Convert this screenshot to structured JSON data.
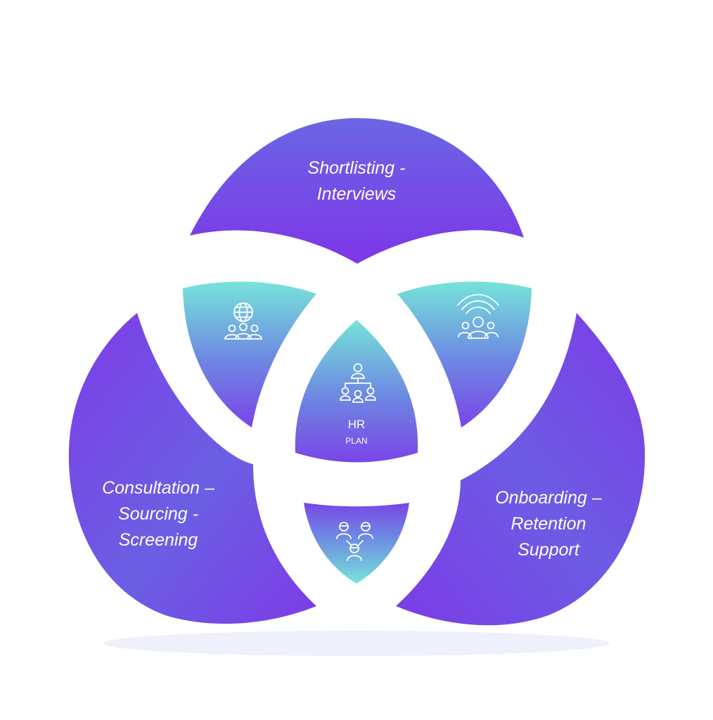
{
  "sections": {
    "top": {
      "lines": [
        "Shortlisting -",
        "Interviews"
      ]
    },
    "left": {
      "lines": [
        "Consultation –",
        "Sourcing -",
        "Screening"
      ]
    },
    "right": {
      "lines": [
        "Onboarding –",
        "Retention",
        "Support"
      ]
    }
  },
  "center": {
    "title": "HR",
    "subtitle": "PLAN"
  },
  "icons": {
    "left_overlap": "global-team-icon",
    "right_overlap": "broadcast-team-icon",
    "center": "org-chart-icon",
    "bottom_overlap": "network-people-icon"
  },
  "colors": {
    "purple_dark": "#7b3fe6",
    "purple_mid": "#6a5ee6",
    "teal": "#74e0da",
    "background": "#ffffff"
  }
}
